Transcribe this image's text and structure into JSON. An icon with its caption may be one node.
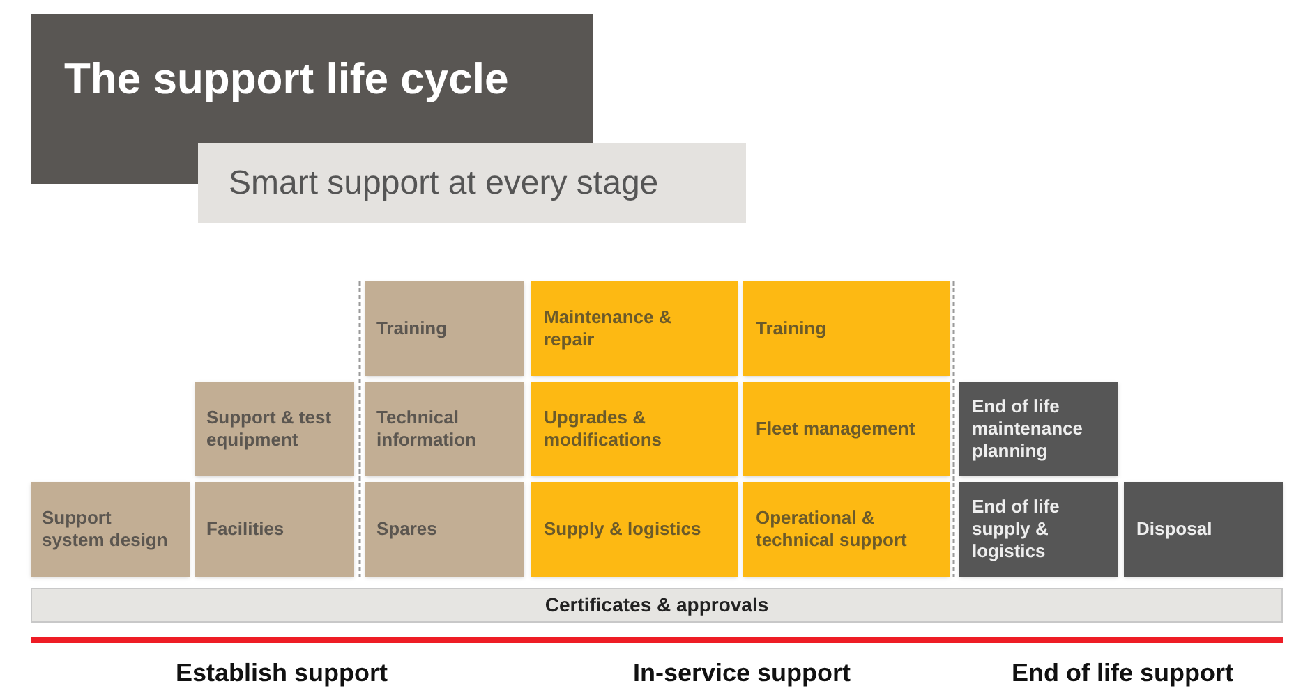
{
  "diagram": {
    "nodes": [
      {
        "text": [
          "The support life cycle"
        ]
      },
      {
        "text": [
          "Smart support at every stage"
        ]
      },
      {
        "text": [
          "Training"
        ]
      },
      {
        "text": [
          "Maintenance & repair"
        ]
      },
      {
        "text": [
          "Training"
        ]
      },
      {
        "text": [
          "Support & test equipment"
        ]
      },
      {
        "text": [
          "Technical information"
        ]
      },
      {
        "text": [
          "Upgrades & modifications"
        ]
      },
      {
        "text": [
          "Fleet management"
        ]
      },
      {
        "text": [
          "End of life maintenance planning"
        ]
      },
      {
        "text": [
          "Support system design"
        ]
      },
      {
        "text": [
          "Facilities"
        ]
      },
      {
        "text": [
          "Spares"
        ]
      },
      {
        "text": [
          "Supply & logistics"
        ]
      },
      {
        "text": [
          "Operational & technical support"
        ]
      },
      {
        "text": [
          "End of life supply & logistics"
        ]
      },
      {
        "text": [
          "Disposal"
        ]
      },
      {
        "text": [
          "Certificates & approvals"
        ]
      }
    ],
    "labels": [
      "Establish support",
      "In-service support",
      "End of life support"
    ]
  }
}
